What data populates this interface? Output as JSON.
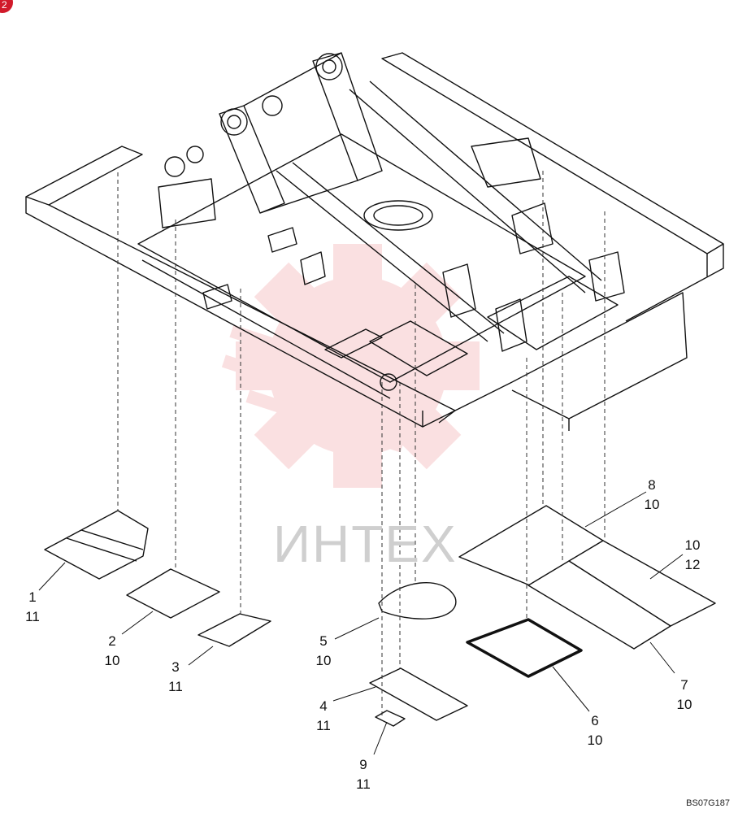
{
  "corner_badge": "2",
  "watermark": "ИНТЕХ",
  "drawing_code": "BS07G187",
  "colors": {
    "line": "#111111",
    "watermark": "#f2a8aa",
    "badge": "#d11a2a"
  },
  "callouts": [
    {
      "part": "1",
      "qty": "11"
    },
    {
      "part": "2",
      "qty": "10"
    },
    {
      "part": "3",
      "qty": "11"
    },
    {
      "part": "4",
      "qty": "11"
    },
    {
      "part": "5",
      "qty": "10"
    },
    {
      "part": "6",
      "qty": "10"
    },
    {
      "part": "7",
      "qty": "10"
    },
    {
      "part": "8",
      "qty": "10"
    },
    {
      "part": "9",
      "qty": "11"
    },
    {
      "part": "10",
      "qty": "12"
    }
  ]
}
